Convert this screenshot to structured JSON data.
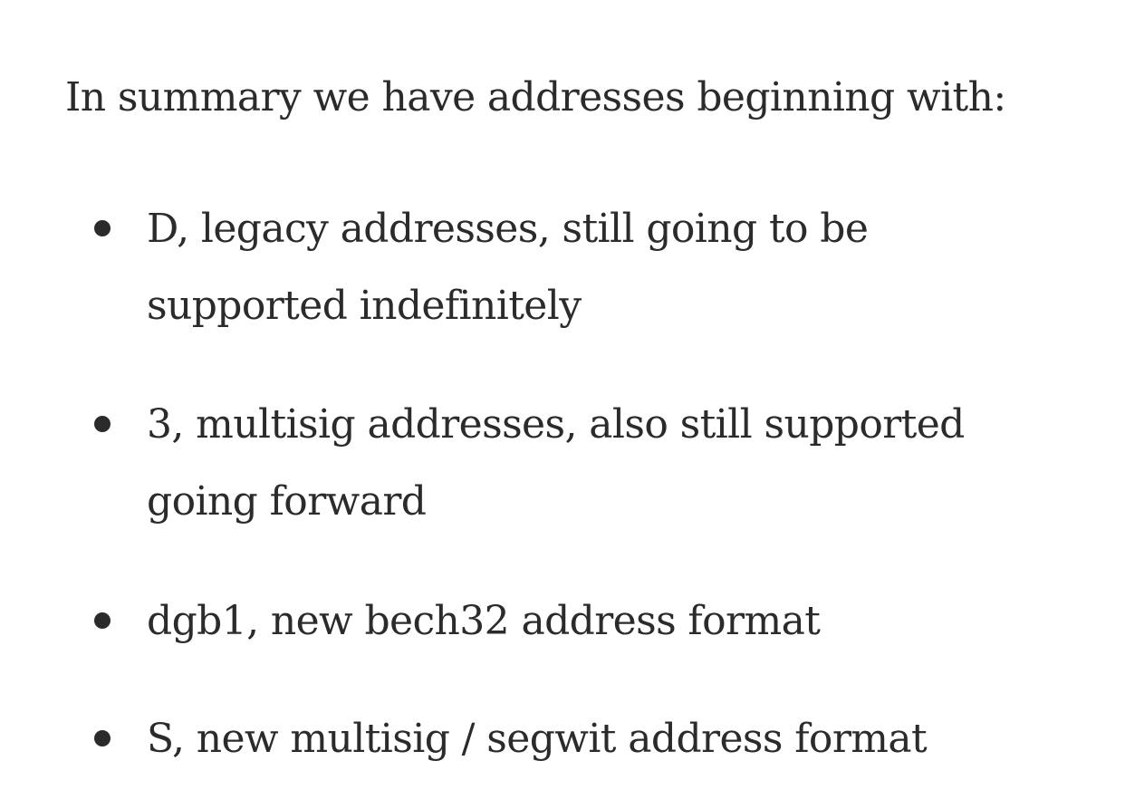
{
  "article": {
    "summary": "In summary we have addresses beginning with:",
    "items": [
      {
        "line1": "D, legacy addresses, still going to be",
        "line2": "supported indefinitely"
      },
      {
        "line1": "3, multisig addresses, also still supported",
        "line2": "going forward"
      },
      {
        "line1": "dgb1, new bech32 address format"
      },
      {
        "line1": "S, new multisig / segwit address format"
      }
    ]
  }
}
